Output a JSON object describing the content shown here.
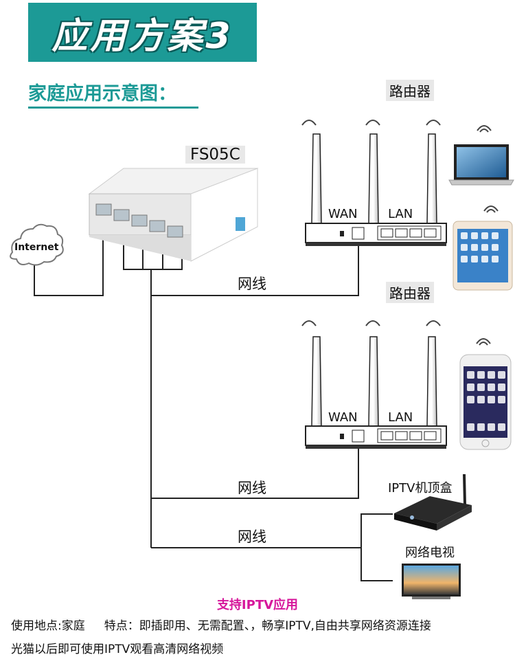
{
  "banner": {
    "title": "应用方案3",
    "color": "#1c9a96"
  },
  "subtitle": "家庭应用示意图：",
  "switch": {
    "model": "FS05C"
  },
  "cloud": {
    "label": "Internet"
  },
  "router_top": {
    "title": "路由器",
    "wan": "WAN",
    "lan": "LAN"
  },
  "router_bottom": {
    "title": "路由器",
    "wan": "WAN",
    "lan": "LAN"
  },
  "cables": {
    "c1": "网线",
    "c2": "网线",
    "c3": "网线"
  },
  "devices": {
    "iptv": "IPTV机顶盒",
    "tv": "网络电视"
  },
  "footer": {
    "support": "支持IPTV应用",
    "location": "使用地点:家庭",
    "features": "特点：即插即用、无需配置、，畅享IPTV,自由共享网络资源连接",
    "line2": "光猫以后即可使用IPTV观看高清网络视频"
  }
}
